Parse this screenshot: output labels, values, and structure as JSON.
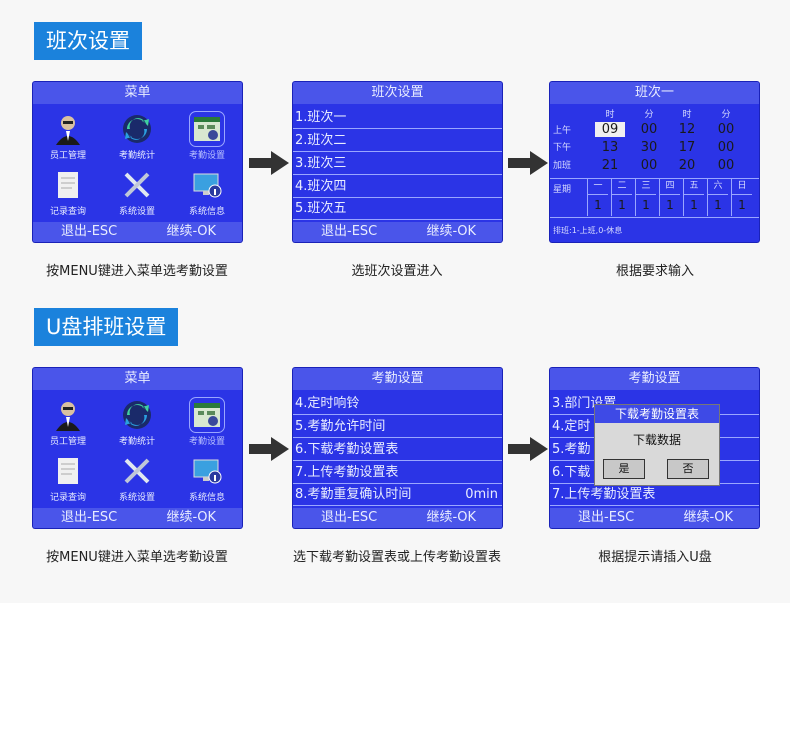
{
  "sections": [
    {
      "title": "班次设置",
      "screens": {
        "menu": {
          "title": "菜单",
          "items": [
            "员工管理",
            "考勤统计",
            "考勤设置",
            "记录查询",
            "系统设置",
            "系统信息"
          ],
          "footer_left": "退出-ESC",
          "footer_right": "继续-OK"
        },
        "shift_list": {
          "title": "班次设置",
          "rows": [
            "1.班次一",
            "2.班次二",
            "3.班次三",
            "4.班次四",
            "5.班次五"
          ],
          "footer_left": "退出-ESC",
          "footer_right": "继续-OK"
        },
        "shift_detail": {
          "title": "班次一",
          "col_headers": [
            "时",
            "分",
            "时",
            "分"
          ],
          "rows": [
            {
              "label": "上午",
              "values": [
                "09",
                "00",
                "12",
                "00"
              ]
            },
            {
              "label": "下午",
              "values": [
                "13",
                "30",
                "17",
                "00"
              ]
            },
            {
              "label": "加班",
              "values": [
                "21",
                "00",
                "20",
                "00"
              ]
            }
          ],
          "week_label": "星期",
          "week_days": [
            "一",
            "二",
            "三",
            "四",
            "五",
            "六",
            "日"
          ],
          "week_values": [
            "1",
            "1",
            "1",
            "1",
            "1",
            "1",
            "1"
          ],
          "hint": "排班:1-上班,0-休息"
        }
      },
      "captions": [
        "按MENU键进入菜单选考勤设置",
        "选班次设置进入",
        "根据要求输入"
      ]
    },
    {
      "title": "U盘排班设置",
      "screens": {
        "menu": {
          "title": "菜单",
          "items": [
            "员工管理",
            "考勤统计",
            "考勤设置",
            "记录查询",
            "系统设置",
            "系统信息"
          ],
          "footer_left": "退出-ESC",
          "footer_right": "继续-OK"
        },
        "attendance_settings": {
          "title": "考勤设置",
          "rows": [
            "4.定时响铃",
            "5.考勤允许时间",
            "6.下载考勤设置表",
            "7.上传考勤设置表",
            "8.考勤重复确认时间"
          ],
          "row8_value": "0min",
          "footer_left": "退出-ESC",
          "footer_right": "继续-OK"
        },
        "download_dialog": {
          "title": "考勤设置",
          "rows": [
            "3.部门设置",
            "4.定时",
            "5.考勤",
            "6.下载",
            "7.上传考勤设置表"
          ],
          "dialog_title": "下载考勤设置表",
          "dialog_message": "下载数据",
          "yes": "是",
          "no": "否",
          "footer_left": "退出-ESC",
          "footer_right": "继续-OK"
        }
      },
      "captions": [
        "按MENU键进入菜单选考勤设置",
        "选下载考勤设置表或上传考勤设置表",
        "根据提示请插入U盘"
      ]
    }
  ],
  "colors": {
    "accent": "#1b82dc",
    "screen": "#2b34e6",
    "arrow": "#333333"
  },
  "icons": [
    "person-icon",
    "refresh-icon",
    "settings-board-icon",
    "document-icon",
    "tools-icon",
    "monitor-info-icon",
    "right-arrow-icon"
  ]
}
